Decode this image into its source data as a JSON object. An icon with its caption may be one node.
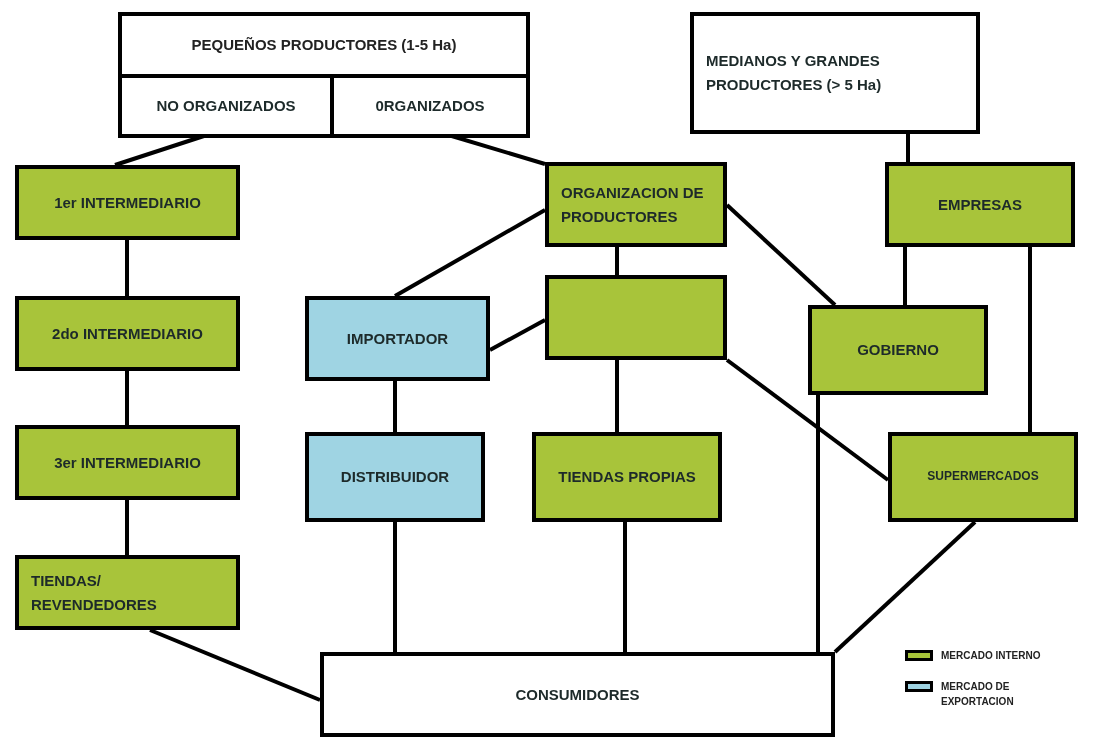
{
  "diagram": {
    "nodes": [
      {
        "text": [
          "PEQUEÑOS PRODUCTORES (1-5 Ha)"
        ]
      },
      {
        "text": [
          "NO ORGANIZADOS"
        ],
        "in": 0
      },
      {
        "text": [
          "0RGANIZADOS"
        ],
        "in": 0
      },
      {
        "text": [
          "MEDIANOS Y GRANDES PRODUCTORES (> 5 Ha)"
        ]
      },
      {
        "text": [
          "1er INTERMEDIARIO"
        ]
      },
      {
        "text": [
          "ORGANIZACION DE PRODUCTORES"
        ]
      },
      {
        "text": [
          "EMPRESAS"
        ]
      },
      {
        "text": [
          "2do INTERMEDIARIO"
        ]
      },
      {
        "text": [
          "IMPORTADOR"
        ]
      },
      {
        "text": [],
        "shape": "box"
      },
      {
        "text": [
          "GOBIERNO"
        ]
      },
      {
        "text": [
          "3er INTERMEDIARIO"
        ]
      },
      {
        "text": [
          "DISTRIBUIDOR"
        ]
      },
      {
        "text": [
          "TIENDAS PROPIAS"
        ]
      },
      {
        "text": [
          "SUPERMERCADOS"
        ]
      },
      {
        "text": [
          "TIENDAS/ REVENDEDORES"
        ]
      },
      {
        "text": [
          "CONSUMIDORES"
        ]
      }
    ],
    "edges": [
      {
        "from": 1,
        "to": 4,
        "arrow": "none"
      },
      {
        "from": 2,
        "to": 5,
        "arrow": "none"
      },
      {
        "from": 3,
        "to": 6,
        "arrow": "none"
      },
      {
        "from": 4,
        "to": 7,
        "arrow": "none"
      },
      {
        "from": 7,
        "to": 11,
        "arrow": "none"
      },
      {
        "from": 11,
        "to": 15,
        "arrow": "none"
      },
      {
        "from": 15,
        "to": 16,
        "arrow": "none"
      },
      {
        "from": 5,
        "to": 8,
        "arrow": "none"
      },
      {
        "from": 5,
        "to": 9,
        "arrow": "none"
      },
      {
        "from": 5,
        "to": 10,
        "arrow": "none"
      },
      {
        "from": 6,
        "to": 10,
        "arrow": "none"
      },
      {
        "from": 6,
        "to": 14,
        "arrow": "none"
      },
      {
        "from": 9,
        "to": 8,
        "arrow": "none"
      },
      {
        "from": 9,
        "to": 13,
        "arrow": "none"
      },
      {
        "from": 9,
        "to": 14,
        "arrow": "none"
      },
      {
        "from": 8,
        "to": 12,
        "arrow": "none"
      },
      {
        "from": 12,
        "to": 16,
        "arrow": "none"
      },
      {
        "from": 13,
        "to": 16,
        "arrow": "none"
      },
      {
        "from": 10,
        "to": 16,
        "arrow": "none"
      },
      {
        "from": 14,
        "to": 16,
        "arrow": "none"
      }
    ],
    "legend": [
      {
        "text": "MERCADO INTERNO",
        "color": "#a8c43a"
      },
      {
        "text": "MERCADO DE EXPORTACION",
        "color": "#9fd4e3"
      }
    ]
  }
}
